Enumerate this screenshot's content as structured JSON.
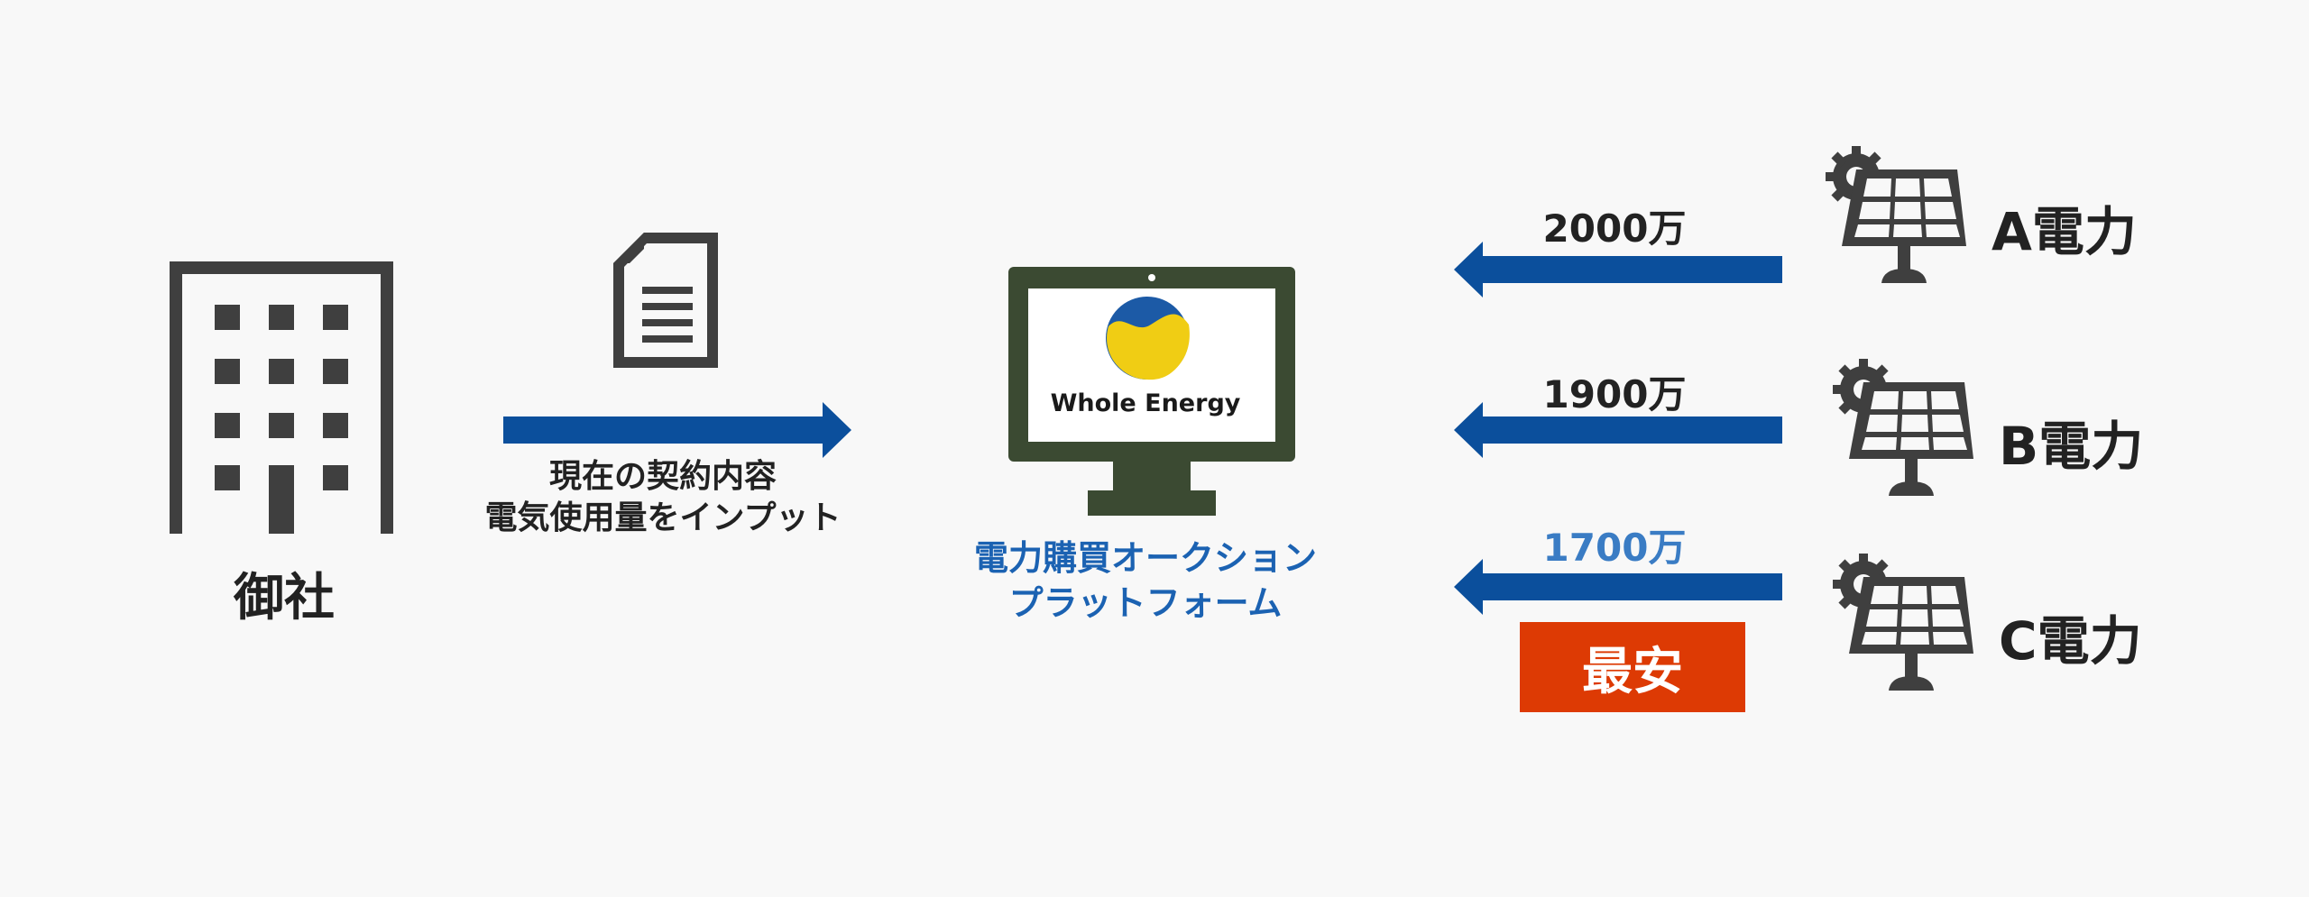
{
  "colors": {
    "icon_gray": "#3f3f3f",
    "arrow_blue": "#0b4f9c",
    "platform_text_blue": "#1b62b2",
    "highlight_price_blue": "#3a7cc4",
    "badge_red": "#dd3a04",
    "monitor_green": "#3b4a32",
    "logo_yellow": "#f0cd14",
    "logo_blue": "#1c5aa6"
  },
  "company": {
    "label": "御社"
  },
  "input_step": {
    "caption_line1": "現在の契約内容",
    "caption_line2": "電気使用量をインプット"
  },
  "platform": {
    "logo_text": "Whole Energy",
    "caption_line1": "電力購買オークション",
    "caption_line2": "プラットフォーム"
  },
  "suppliers": [
    {
      "label": "A電力",
      "price": "2000万",
      "cheapest": false
    },
    {
      "label": "B電力",
      "price": "1900万",
      "cheapest": false
    },
    {
      "label": "C電力",
      "price": "1700万",
      "cheapest": true
    }
  ],
  "badge": {
    "label": "最安"
  }
}
